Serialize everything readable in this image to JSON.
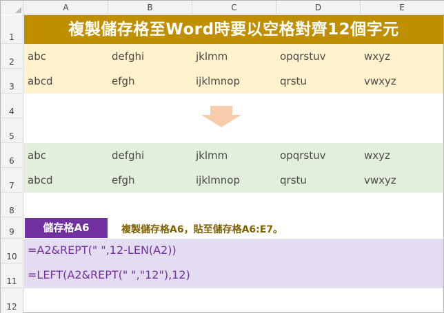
{
  "title": "複製儲存格至Word時要以空格對齊12個字元",
  "columns": [
    "A",
    "B",
    "C",
    "D",
    "E"
  ],
  "rows": [
    "1",
    "2",
    "3",
    "4",
    "5",
    "6",
    "7",
    "8",
    "9",
    "10",
    "11",
    "12"
  ],
  "source_rows": [
    [
      "abc",
      "defghi",
      "jklmm",
      "opqrstuv",
      "wxyz"
    ],
    [
      "abcd",
      "efgh",
      "ijklmnop",
      "qrstu",
      "vwxyz"
    ]
  ],
  "result_rows": [
    [
      "abc",
      "defghi",
      "jklmm",
      "opqrstuv",
      "wxyz"
    ],
    [
      "abcd",
      "efgh",
      "ijklmnop",
      "qrstu",
      "vwxyz"
    ]
  ],
  "cell_tag": "儲存格A6",
  "instruction": "複製儲存格A6，貼至儲存格A6:E7。",
  "formulas": [
    "=A2&REPT(\" \",12-LEN(A2))",
    "=LEFT(A2&REPT(\" \",\"12\"),12)"
  ],
  "colors": {
    "title_bg": "#bf8f00",
    "source_bg": "#fff2cc",
    "result_bg": "#e2efda",
    "formula_bg": "#e4dcf0",
    "tag_bg": "#7030a0",
    "arrow": "#f8cbad"
  }
}
